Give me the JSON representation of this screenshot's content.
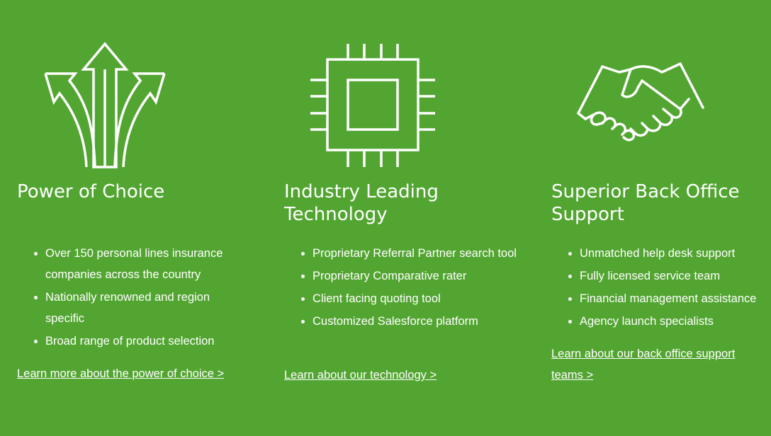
{
  "colors": {
    "background": "#53a532",
    "text": "#ffffff"
  },
  "features": [
    {
      "icon": "diverging-arrows-icon",
      "title": "Power of Choice",
      "bullets": [
        "Over 150 personal lines insurance companies across the country",
        "Nationally renowned and region specific",
        "Broad range of product selection"
      ],
      "link": "Learn more about the power of choice >"
    },
    {
      "icon": "microchip-icon",
      "title": "Industry Leading Technology",
      "bullets": [
        "Proprietary Referral Partner search tool",
        "Proprietary Comparative rater",
        "Client facing quoting tool",
        "Customized Salesforce platform"
      ],
      "link": "Learn about our technology >"
    },
    {
      "icon": "handshake-icon",
      "title": "Superior Back Office Support",
      "bullets": [
        "Unmatched help desk support",
        "Fully licensed service team",
        "Financial management assistance",
        "Agency launch specialists"
      ],
      "link": "Learn about our back office support teams >"
    }
  ]
}
